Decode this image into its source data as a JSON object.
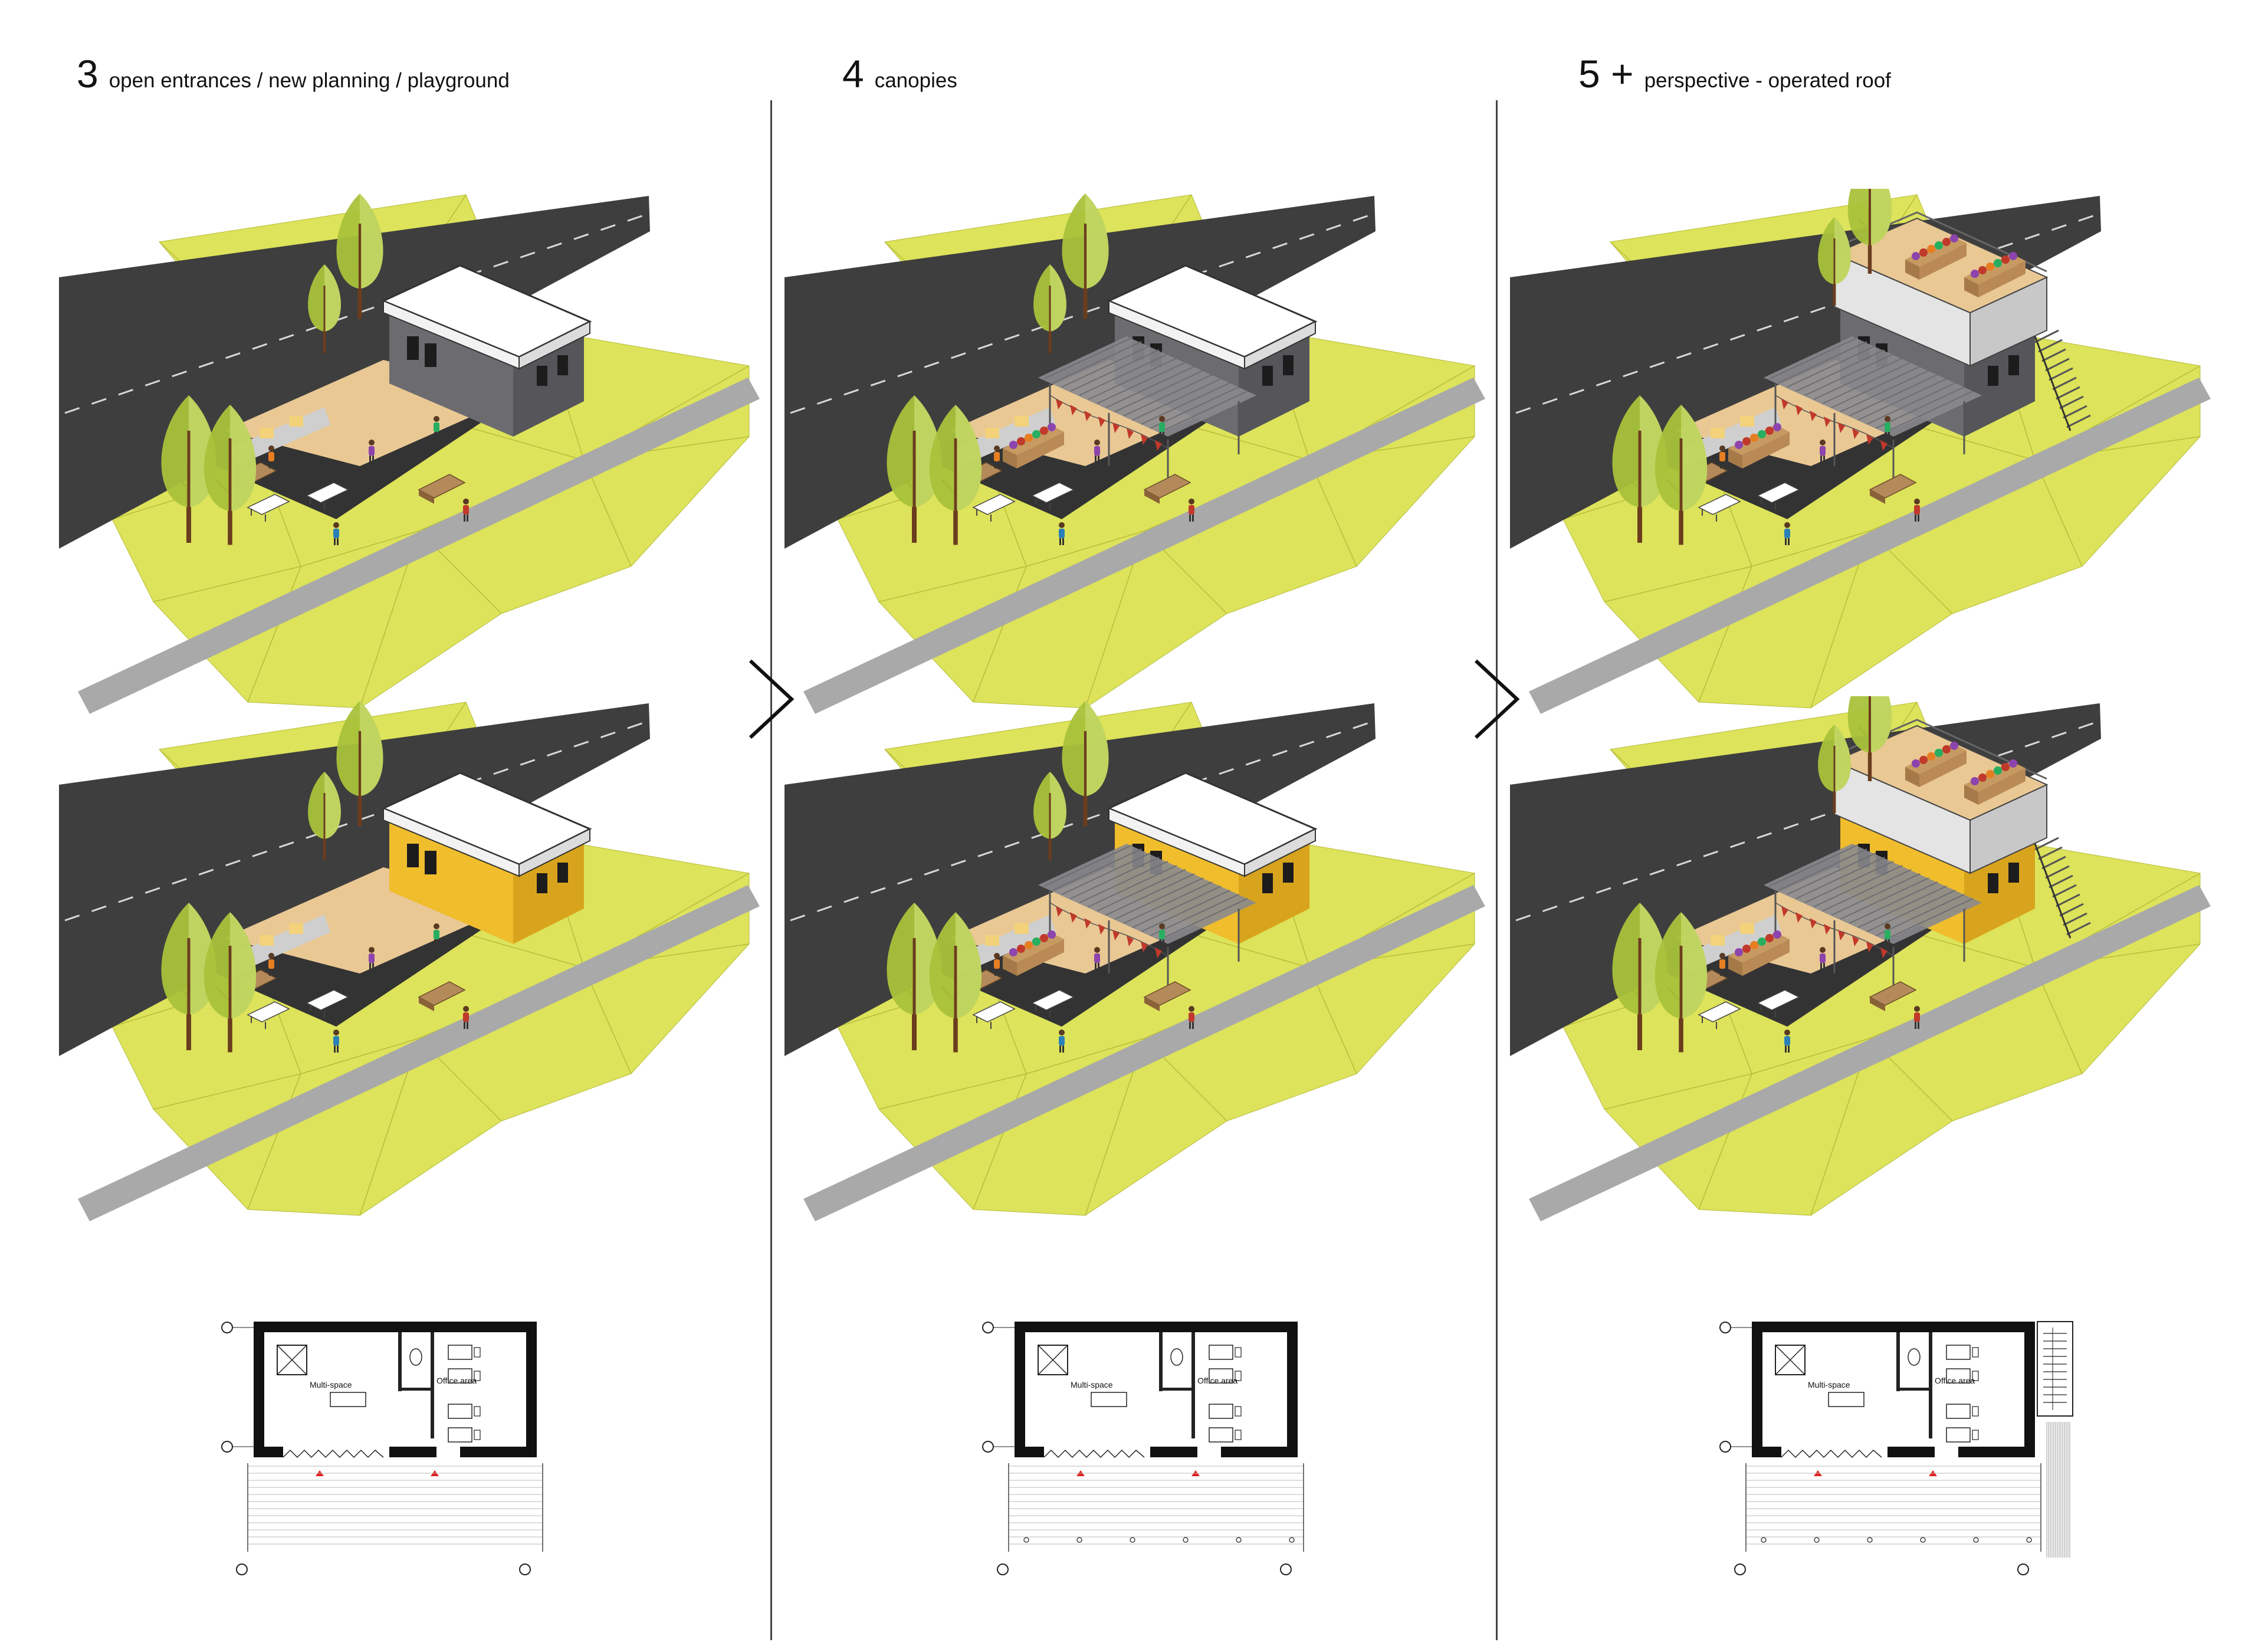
{
  "headings": [
    {
      "number": "3",
      "text": "open entrances / new planning / playground"
    },
    {
      "number": "4",
      "text": "canopies"
    },
    {
      "number": "5 +",
      "text": "perspective - operated roof"
    }
  ],
  "plan_labels": {
    "multi_space": "Multi-space",
    "office_area": "Office area"
  },
  "colors": {
    "grass": "#dde35a",
    "grass_line": "#b7bd3a",
    "road": "#3e3e3e",
    "path": "#a9a9a9",
    "plaza_dark": "#333333",
    "deck": "#e9c894",
    "wall_grey": "#6c6c70",
    "wall_yellow": "#f0bd2d",
    "roof": "#ffffff",
    "canopy": "#8a8a8e",
    "tree_leaf": "#a9c23a",
    "tree_leaf_light": "#c6d96a",
    "trunk": "#6b3d1e",
    "flag": "#c0392b"
  },
  "icons": {
    "chevron": "chevron-right-icon",
    "entrance_marker": "triangle-marker-icon"
  }
}
